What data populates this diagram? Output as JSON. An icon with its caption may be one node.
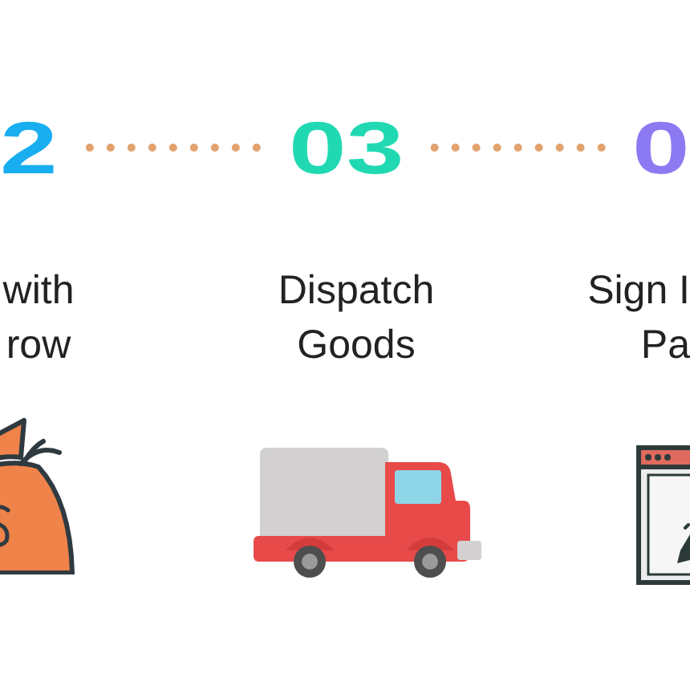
{
  "diagram": {
    "nodes": [
      {
        "text": [
          "2"
        ]
      },
      {
        "text": [
          "03"
        ]
      },
      {
        "text": [
          "0"
        ]
      }
    ],
    "edges": [
      {
        "from": 0,
        "to": 1,
        "arrow": "none",
        "style": "dashed"
      },
      {
        "from": 1,
        "to": 2,
        "arrow": "none",
        "style": "dashed"
      }
    ],
    "labels": [
      "with row",
      "Dispatch Goods",
      "Sign I Pa"
    ]
  }
}
